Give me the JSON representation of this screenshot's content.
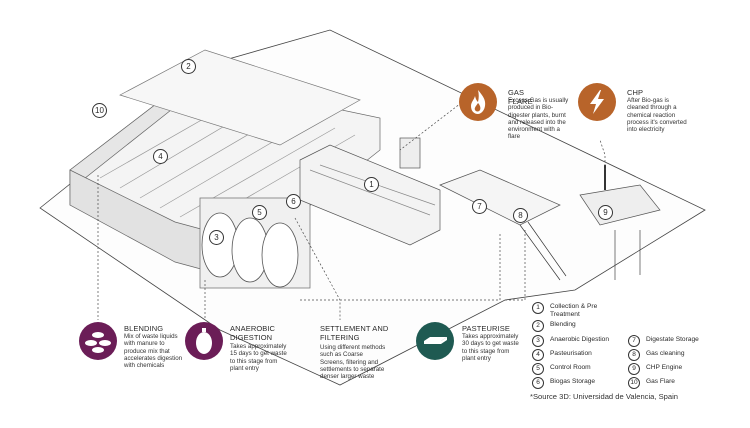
{
  "colors": {
    "purple": "#6b1d57",
    "orange": "#b8642a",
    "teal": "#1f5a52",
    "line": "#4a4a4a"
  },
  "markers": [
    "1",
    "2",
    "3",
    "4",
    "5",
    "6",
    "7",
    "8",
    "9",
    "10"
  ],
  "features": {
    "gas_flare": {
      "title": "GAS FLARE",
      "desc": "Excess Gas is usually produced in Bio-digester plants, burnt and released into the environment with a flare",
      "icon": "flame-icon"
    },
    "chp": {
      "title": "CHP",
      "desc": "After Bio-gas is cleaned through a chemical reaction process it's converted into electricity",
      "icon": "lightning-bolt-icon"
    },
    "blending": {
      "title": "BLENDING",
      "desc": "Mix of waste liquids with manure to produce mix that accelerates digestion with chemicals",
      "icon": "blending-dishes-icon"
    },
    "anaerobic": {
      "title": "ANAEROBIC DIGESTION",
      "desc": "Takes approximately 15 days to get waste to this stage from plant entry",
      "icon": "digester-tank-icon"
    },
    "settlement": {
      "title": "SETTLEMENT AND FILTERING",
      "desc": "Using different methods such as Coarse Screens, filtering and settlements to separate denser larger waste"
    },
    "pasteurise": {
      "title": "PASTEURISE",
      "desc": "Takes approximately 30 days to get waste to this stage from plant entry",
      "icon": "pasteurise-tray-icon"
    }
  },
  "legend": [
    {
      "num": "1",
      "label": "Collection & Pre Treatment"
    },
    {
      "num": "2",
      "label": "Blending"
    },
    {
      "num": "3",
      "label": "Anaerobic Digestion"
    },
    {
      "num": "4",
      "label": "Pasteurisation"
    },
    {
      "num": "5",
      "label": "Control Room"
    },
    {
      "num": "6",
      "label": "Biogas Storage"
    },
    {
      "num": "7",
      "label": "Digestate Storage"
    },
    {
      "num": "8",
      "label": "Gas cleaning"
    },
    {
      "num": "9",
      "label": "CHP Engine"
    },
    {
      "num": "10",
      "label": "Gas Flare"
    }
  ],
  "source": "*Source 3D: Universidad de Valencia, Spain"
}
